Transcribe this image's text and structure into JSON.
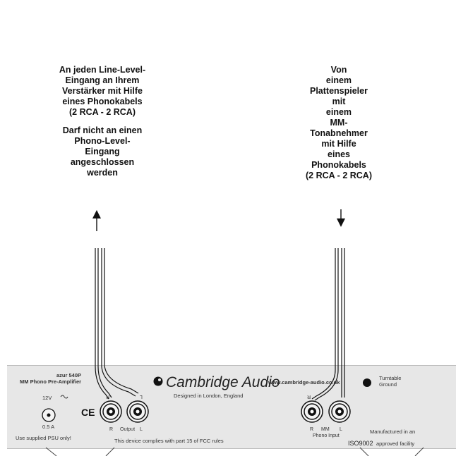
{
  "left_callout": {
    "para1": [
      "An jeden Line-Level-",
      "Eingang an Ihrem",
      "Verstärker mit Hilfe",
      "eines Phonokabels",
      "(2 RCA - 2 RCA)"
    ],
    "para2": [
      "Darf nicht an einen",
      "Phono-Level-",
      "Eingang",
      "angeschlossen",
      "werden"
    ]
  },
  "right_callout": {
    "lines": [
      "Von",
      "einem",
      "Plattenspieler",
      "mit",
      "einem",
      "MM-",
      "Tonabnehmer",
      "mit Hilfe",
      "eines",
      "Phonokabels",
      "(2 RCA - 2 RCA)"
    ]
  },
  "panel": {
    "model": "azur 540P",
    "model_desc": "MM Phono Pre-Amplifier",
    "power_label": "12V",
    "ce_mark": "CE",
    "current": "0.5 A",
    "psu_note": "Use supplied PSU only!",
    "brand": "Cambridge Audio",
    "brand_sub": "Designed in London, England",
    "fcc_note": "This device complies with part 15 of FCC rules",
    "website": "www.cambridge-audio.co.uk",
    "ground_label_1": "Turntable",
    "ground_label_2": "Ground",
    "output": {
      "r": "R",
      "label": "Output",
      "l": "L"
    },
    "phono_input": {
      "r": "R",
      "mm": "MM",
      "l": "L",
      "label": "Phono Input"
    },
    "jack_top_r": "R",
    "jack_top_l": "L",
    "manufactured": "Manufactured in an",
    "iso": "ISO9002",
    "iso_rest": "approved facility"
  },
  "colors": {
    "panel": "#e7e7e7",
    "ink": "#111111"
  }
}
